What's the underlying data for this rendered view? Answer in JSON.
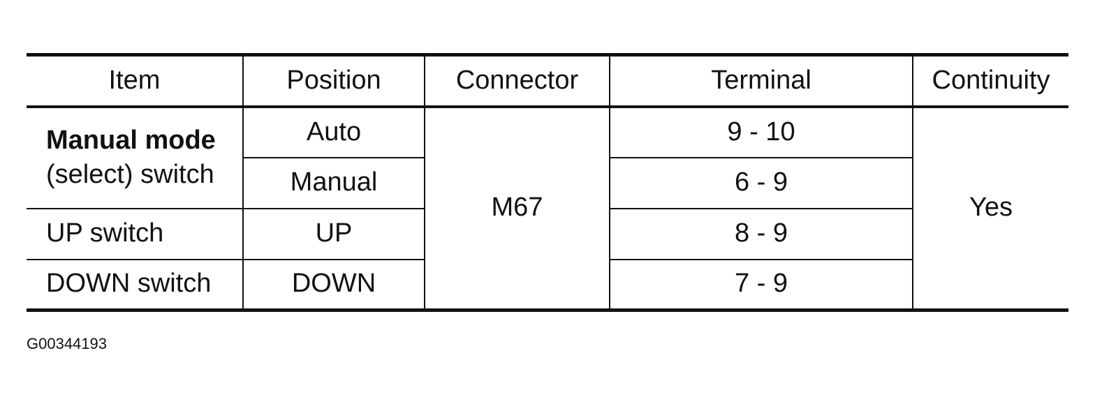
{
  "table": {
    "headers": {
      "item": "Item",
      "position": "Position",
      "connector": "Connector",
      "terminal": "Terminal",
      "continuity": "Continuity"
    },
    "rows": [
      {
        "item_line1": "Manual mode",
        "item_line2": "(select) switch",
        "position": "Auto",
        "terminal": "9 - 10"
      },
      {
        "position": "Manual",
        "terminal": "6 - 9"
      },
      {
        "item": "UP switch",
        "position": "UP",
        "terminal": "8 - 9"
      },
      {
        "item": "DOWN switch",
        "position": "DOWN",
        "terminal": "7 - 9"
      }
    ],
    "connector": "M67",
    "continuity": "Yes"
  },
  "figure_id": "G00344193"
}
